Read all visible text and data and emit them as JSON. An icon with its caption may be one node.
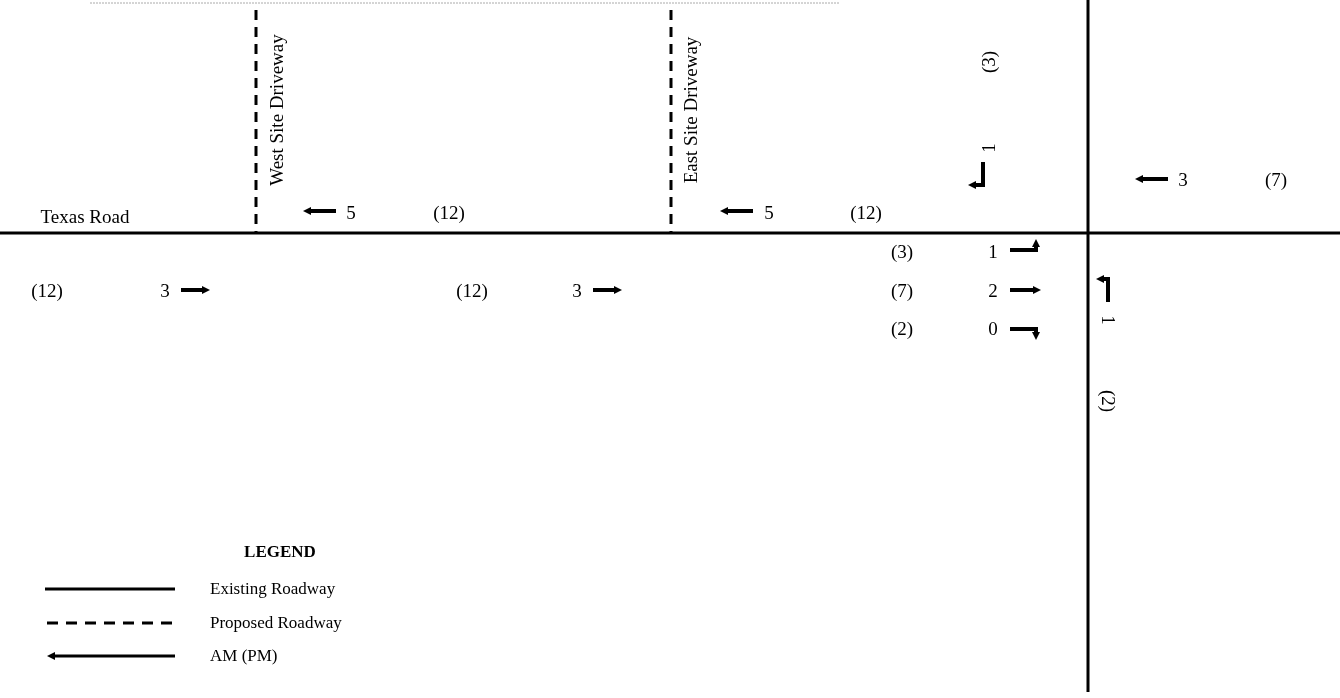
{
  "diagram": {
    "labels": [
      "West Site Driveway",
      "East Site Driveway",
      "(3)",
      "1",
      "3",
      "(7)",
      "Texas Road",
      "5",
      "(12)",
      "5",
      "(12)",
      "(3)",
      "1",
      "(12)",
      "3",
      "(12)",
      "3",
      "(7)",
      "2",
      "(2)",
      "0",
      "1",
      "(2)",
      "LEGEND"
    ],
    "legend": [
      {
        "text": "Existing Roadway"
      },
      {
        "text": "Proposed Roadway"
      },
      {
        "text": "AM (PM)"
      }
    ]
  }
}
